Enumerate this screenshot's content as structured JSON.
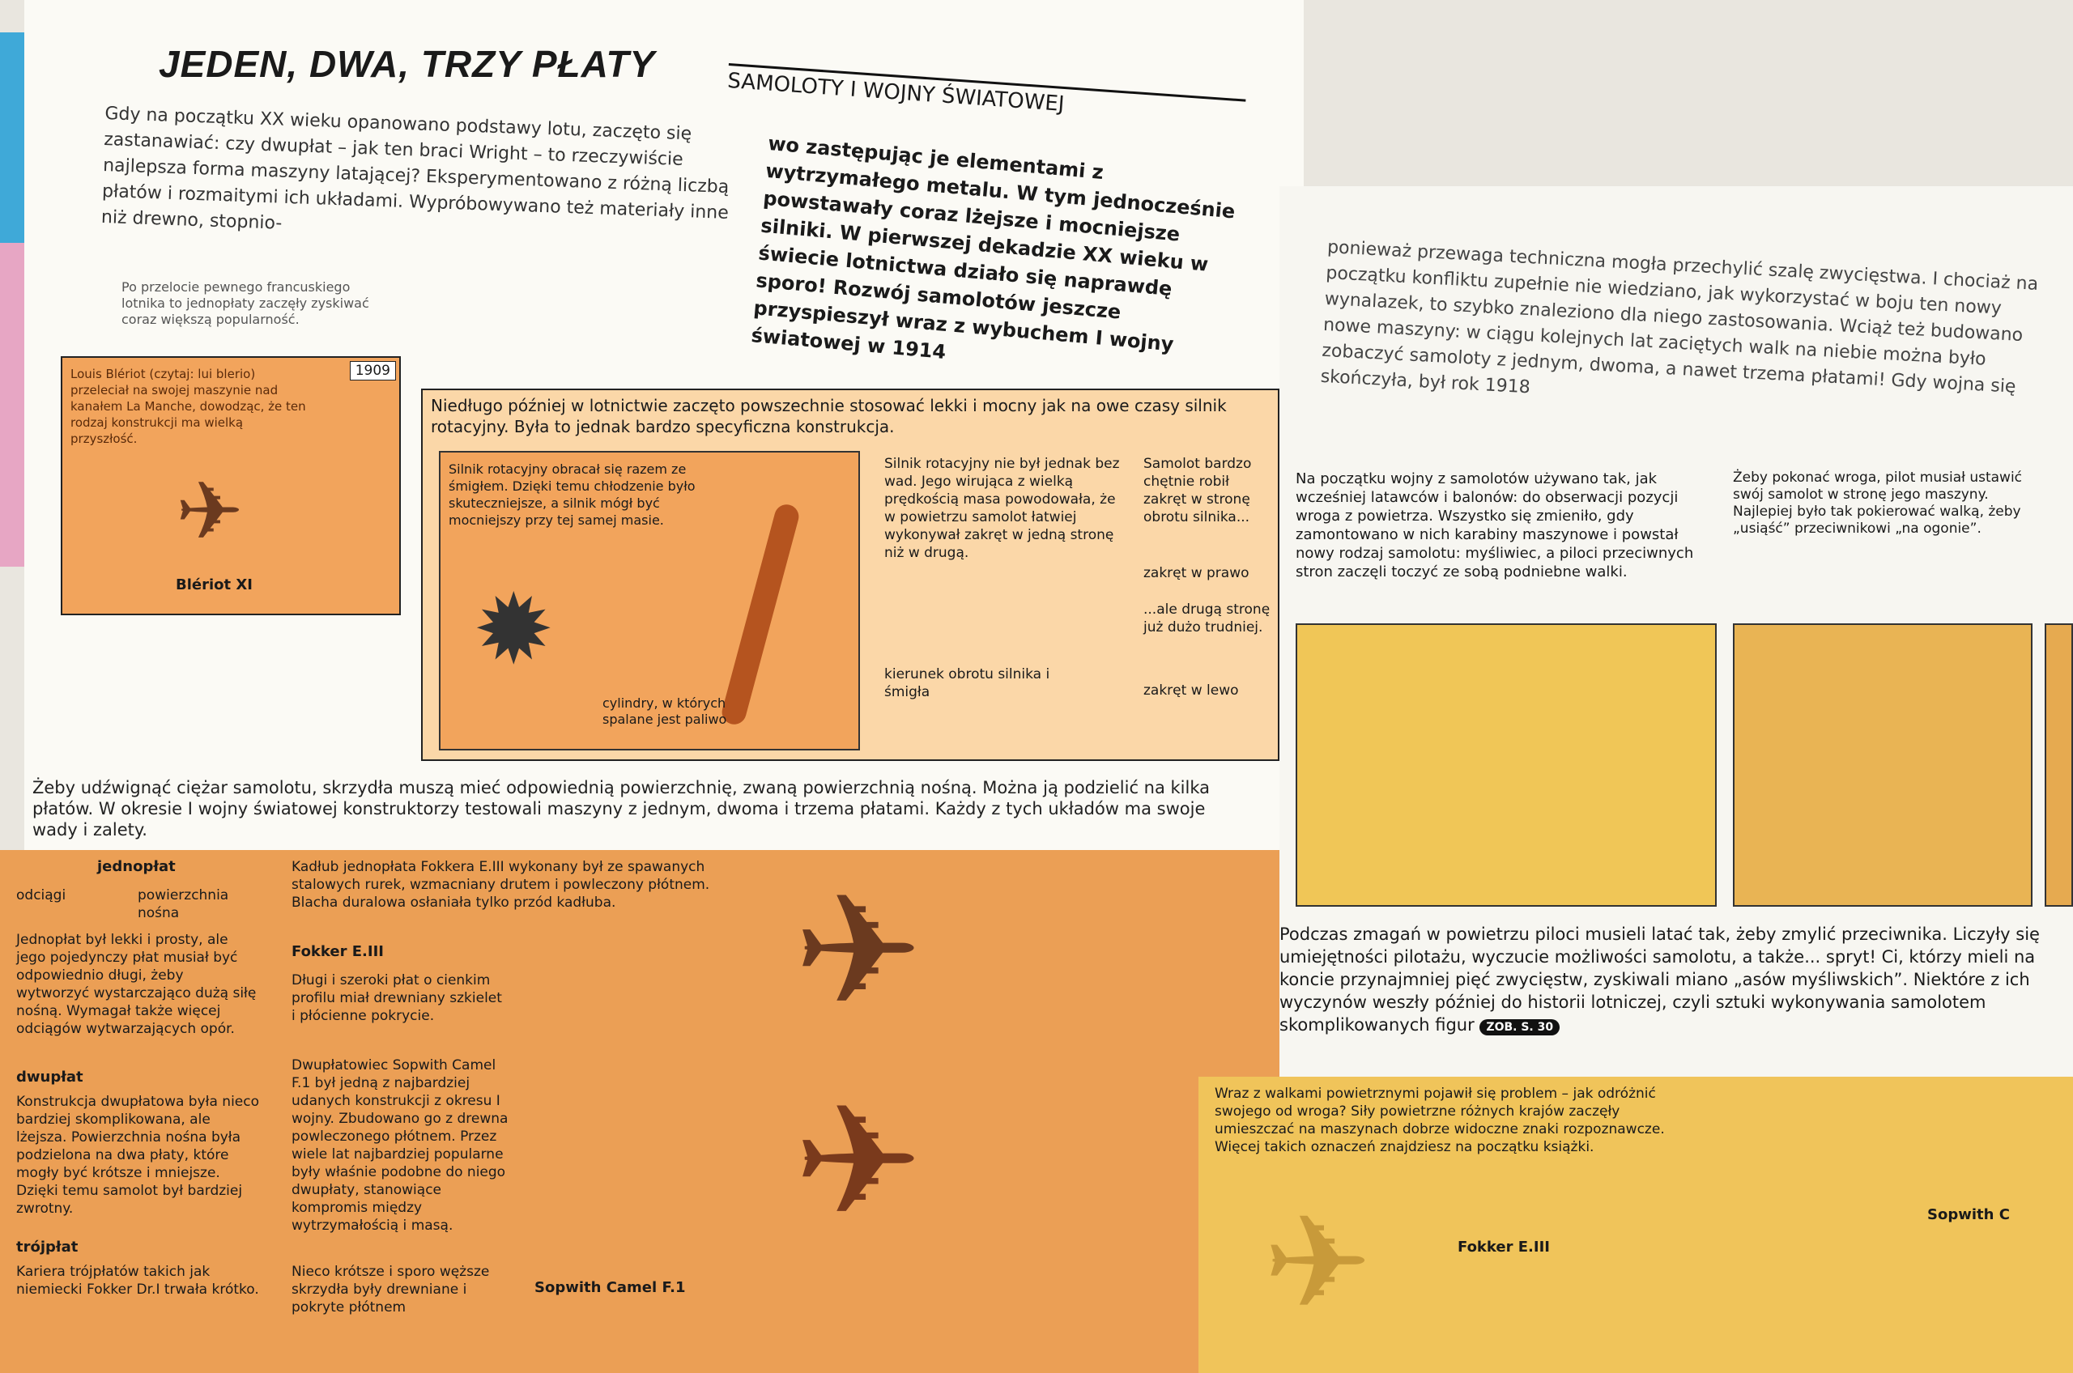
{
  "heading": {
    "title": "JEDEN, DWA, TRZY PŁATY",
    "subtitle": "SAMOLOTY I WOJNY ŚWIATOWEJ"
  },
  "intro_left": "Gdy na początku XX wieku opanowano podstawy lotu, zaczęto się zastanawiać: czy dwupłat – jak ten braci Wright – to rzeczywiście najlepsza forma maszyny latającej? Eksperymentowano z różną liczbą płatów i rozmaitymi ich układami. Wypróbowywano też materiały inne niż drewno, stopnio-",
  "intro_right": "wo zastępując je elementami z wytrzymałego metalu. W tym jednocześnie powstawały coraz lżejsze i mocniejsze silniki. W pierwszej dekadzie XX wieku w świecie lotnictwa działo się naprawdę sporo! Rozwój samolotów jeszcze przyspieszył wraz z wybuchem I wojny światowej w 1914",
  "intro_far_right": "ponieważ przewaga techniczna mogła przechylić szalę zwycięstwa. I chociaż na początku konfliktu zupełnie nie wiedziano, jak wykorzystać w boju ten nowy wynalazek, to szybko znaleziono dla niego zastosowania. Wciąż też budowano nowe maszyny: w ciągu kolejnych lat zaciętych walk na niebie można było zobaczyć samoloty z jednym, dwoma, a nawet trzema płatami! Gdy wojna się skończyła, był rok 1918",
  "panel_1909": {
    "note": "Po przelocie pewnego francuskiego lotnika to jednopłaty zaczęły zyskiwać coraz większą popularność.",
    "year": "1909",
    "caption": "Louis Blériot (czytaj: lui blerio) przeleciał na swojej maszynie nad kanałem La Manche, dowodząc, że ten rodzaj konstrukcji ma wielką przyszłość.",
    "plane": "Blériot XI"
  },
  "panel_rotary": {
    "intro": "Niedługo później w lotnictwie zaczęto powszechnie stosować lekki i mocny jak na owe czasy silnik rotacyjny. Była to jednak bardzo specyficzna konstrukcja.",
    "c1": "Silnik rotacyjny obracał się razem ze śmigłem. Dzięki temu chłodzenie było skuteczniejsze, a silnik mógł być mocniejszy przy tej samej masie.",
    "c2": "cylindry, w których spalane jest paliwo",
    "c3": "Silnik rotacyjny nie był jednak bez wad. Jego wirująca z wielką prędkością masa powodowała, że w powietrzu samolot łatwiej wykonywał zakręt w jedną stronę niż w drugą.",
    "c4": "kierunek obrotu silnika i śmigła",
    "c5": "Samolot bardzo chętnie robił zakręt w stronę obrotu silnika...",
    "c6": "zakręt w prawo",
    "c7": "...ale drugą stronę już dużo trudniej.",
    "c8": "zakręt w lewo"
  },
  "wings": {
    "intro": "Żeby udźwignąć ciężar samolotu, skrzydła muszą mieć odpowiednią powierzchnię, zwaną powierzchnią nośną. Można ją podzielić na kilka płatów. W okresie I wojny światowej konstruktorzy testowali maszyny z jednym, dwoma i trzema płatami. Każdy z tych układów ma swoje wady i zalety.",
    "mono": "jednopłat",
    "drag": "odciągi",
    "surface": "powierzchnia nośna",
    "mono_desc": "Jednopłat był lekki i prosty, ale jego pojedynczy płat musiał być odpowiednio długi, żeby wytworzyć wystarczająco dużą siłę nośną. Wymagał także więcej odciągów wytwarzających opór.",
    "fokker_label": "Fokker E.III",
    "fokker_desc": "Kadłub jednopłata Fokkera E.III wykonany był ze spawanych stalowych rurek, wzmacniany drutem i powleczony płótnem. Blacha duralowa osłaniała tylko przód kadłuba.",
    "wing_desc": "Długi i szeroki płat o cienkim profilu miał drewniany szkielet i płócienne pokrycie.",
    "bi": "dwupłat",
    "bi_desc": "Konstrukcja dwupłatowa była nieco bardziej skomplikowana, ale lżejsza. Powierzchnia nośna była podzielona na dwa płaty, które mogły być krótsze i mniejsze. Dzięki temu samolot był bardziej zwrotny.",
    "camel_desc": "Dwupłatowiec Sopwith Camel F.1 był jedną z najbardziej udanych konstrukcji z okresu I wojny. Zbudowano go z drewna powleczonego płótnem. Przez wiele lat najbardziej popularne były właśnie podobne do niego dwupłaty, stanowiące kompromis między wytrzymałością i masą.",
    "camel_label": "Sopwith Camel F.1",
    "camel_wing": "Nieco krótsze i sporo węższe skrzydła były drewniane i pokryte płótnem",
    "tri": "trójpłat",
    "tri_desc": "Kariera trójpłatów takich jak niemiecki Fokker Dr.I trwała krótko."
  },
  "right": {
    "box1": "Na początku wojny z samolotów używano tak, jak wcześniej latawców i balonów: do obserwacji pozycji wroga z powietrza. Wszystko się zmieniło, gdy zamontowano w nich karabiny maszynowe i powstał nowy rodzaj samolotu: myśliwiec, a piloci przeciwnych stron zaczęli toczyć ze sobą podniebne walki.",
    "box2": "Żeby pokonać wroga, pilot musiał ustawić swój samolot w stronę jego maszyny. Najlepiej było tak pokierować walką, żeby „usiąść” przeciwnikowi „na ogonie”.",
    "mid": "Podczas zmagań w powietrzu piloci musieli latać tak, żeby zmylić przeciwnika. Liczyły się umiejętności pilotażu, wyczucie możliwości samolotu, a także... spryt! Ci, którzy mieli na koncie przynajmniej pięć zwycięstw, zyskiwali miano „asów myśliwskich”. Niektóre z ich wyczynów weszły później do historii lotniczej, czyli sztuki wykonywania samolotem skomplikowanych figur",
    "badge": "ZOB. S. 30",
    "box3": "Wraz z walkami powietrznymi pojawił się problem – jak odróżnić swojego od wroga? Siły powietrzne różnych krajów zaczęły umieszczać na maszynach dobrze widoczne znaki rozpoznawcze. Więcej takich oznaczeń znajdziesz na początku książki.",
    "fokker": "Fokker E.III",
    "sopwith": "Sopwith C"
  },
  "colors": {
    "orange": "#eb9f55",
    "yellow": "#f0c45a",
    "paper": "#fbfaf5"
  }
}
